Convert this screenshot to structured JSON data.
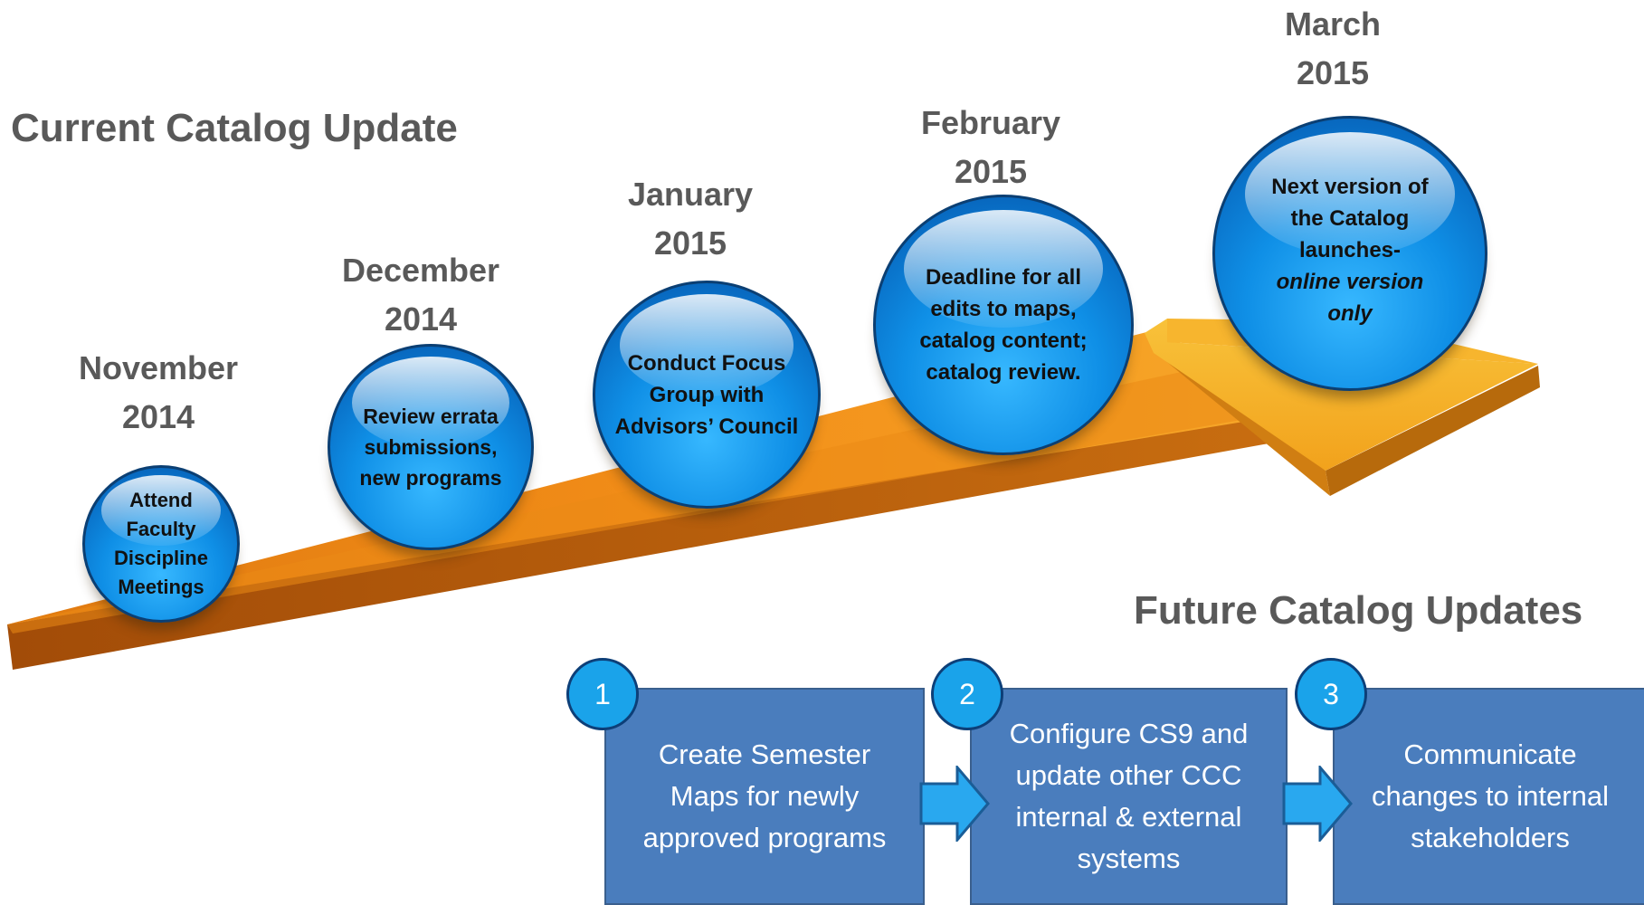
{
  "headings": {
    "current": "Current Catalog Update",
    "future": "Future Catalog Updates"
  },
  "milestones": [
    {
      "month": "November",
      "year": "2014",
      "lines": [
        "Attend",
        "Faculty",
        "Discipline",
        "Meetings"
      ]
    },
    {
      "month": "December",
      "year": "2014",
      "lines": [
        "Review errata",
        "submissions,",
        "new programs"
      ]
    },
    {
      "month": "January",
      "year": "2015",
      "lines": [
        "Conduct Focus",
        "Group with",
        "Advisors’ Council"
      ]
    },
    {
      "month": "February",
      "year": "2015",
      "lines": [
        "Deadline for all",
        "edits to maps,",
        "catalog content;",
        "catalog review."
      ]
    },
    {
      "month": "March",
      "year": "2015",
      "lines": [
        "Next version of",
        "the Catalog",
        "launches-"
      ],
      "italic_lines": [
        "online version",
        "only"
      ]
    }
  ],
  "steps": [
    {
      "number": "1",
      "lines": [
        "Create Semester",
        "Maps for newly",
        "approved programs"
      ]
    },
    {
      "number": "2",
      "lines": [
        "Configure CS9 and",
        "update other CCC",
        "internal & external",
        "systems"
      ]
    },
    {
      "number": "3",
      "lines": [
        "Communicate",
        "changes to internal",
        "stakeholders"
      ]
    }
  ],
  "colors": {
    "arrow_orange": "#f39c1a",
    "sphere_blue": "#0f8fe6",
    "step_box": "#4a7dbd",
    "connector": "#29a8ef",
    "text_gray": "#595959"
  }
}
